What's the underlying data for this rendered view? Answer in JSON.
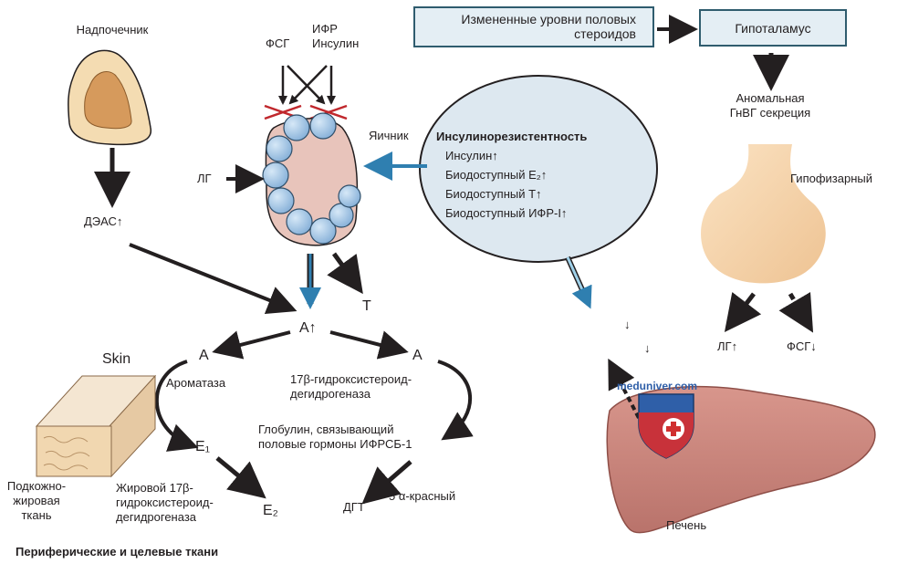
{
  "nodes": {
    "adrenal": "Надпочечник",
    "dheas": "ДЭАС↑",
    "fsh_top": "ФСГ",
    "igf_insulin": "ИФР\nИнсулин",
    "lh_left": "ЛГ",
    "ovary": "Яичник",
    "a_center": "A↑",
    "t_center": "T",
    "a_left": "A",
    "a_right": "A",
    "skin": "Skin",
    "aromatase": "Ароматаза",
    "hsd17": "17β-гидроксистероид-\nдегидрогеназа",
    "e1": "E₁",
    "e2": "E₂",
    "shbg": "Глобулин, связывающий\nполовые гормоны ИФРСБ-1",
    "fat_hsd": "Жировой 17β-\nгидроксистероид-\nдегидрогеназа",
    "subq": "Подкожно-\nжировая\nткань",
    "dht": "ДГТ",
    "five_alpha": "5 α-красный",
    "peripheral": "Периферические и целевые ткани",
    "steroids_box": "Измененные уровни половых\nстероидов",
    "hypothalamus_box": "Гипоталамус",
    "gnrh": "Аномальная\nГнВГ секреция",
    "pituitary": "Гипофизарный",
    "lh_up": "ЛГ↑",
    "fsh_down": "ФСГ↓",
    "liver": "Печень",
    "watermark": "meduniver.com",
    "down_arrow_1": "↓",
    "down_arrow_2": "↓"
  },
  "insulin_resistance": {
    "title": "Инсулинорезистентность",
    "items": [
      "Инсулин↑",
      "Биодоступный E₂↑",
      "Биодоступный T↑",
      "Биодоступный ИФР-I↑"
    ]
  },
  "colors": {
    "arrow": "#231f20",
    "blue_arrow": "#2f7fb0",
    "box_fill": "#e4eef4",
    "box_border": "#2f5c6e",
    "ovary_fill": "#e8c4bb",
    "follicle": "#9fc3e6",
    "pituitary_fill": "#f2cfa6",
    "liver_fill": "#c9857c",
    "adrenal_outer": "#f4dcb2",
    "adrenal_inner": "#d69a5c",
    "bubble_fill": "#dde8f0",
    "cross_red": "#d03030"
  }
}
